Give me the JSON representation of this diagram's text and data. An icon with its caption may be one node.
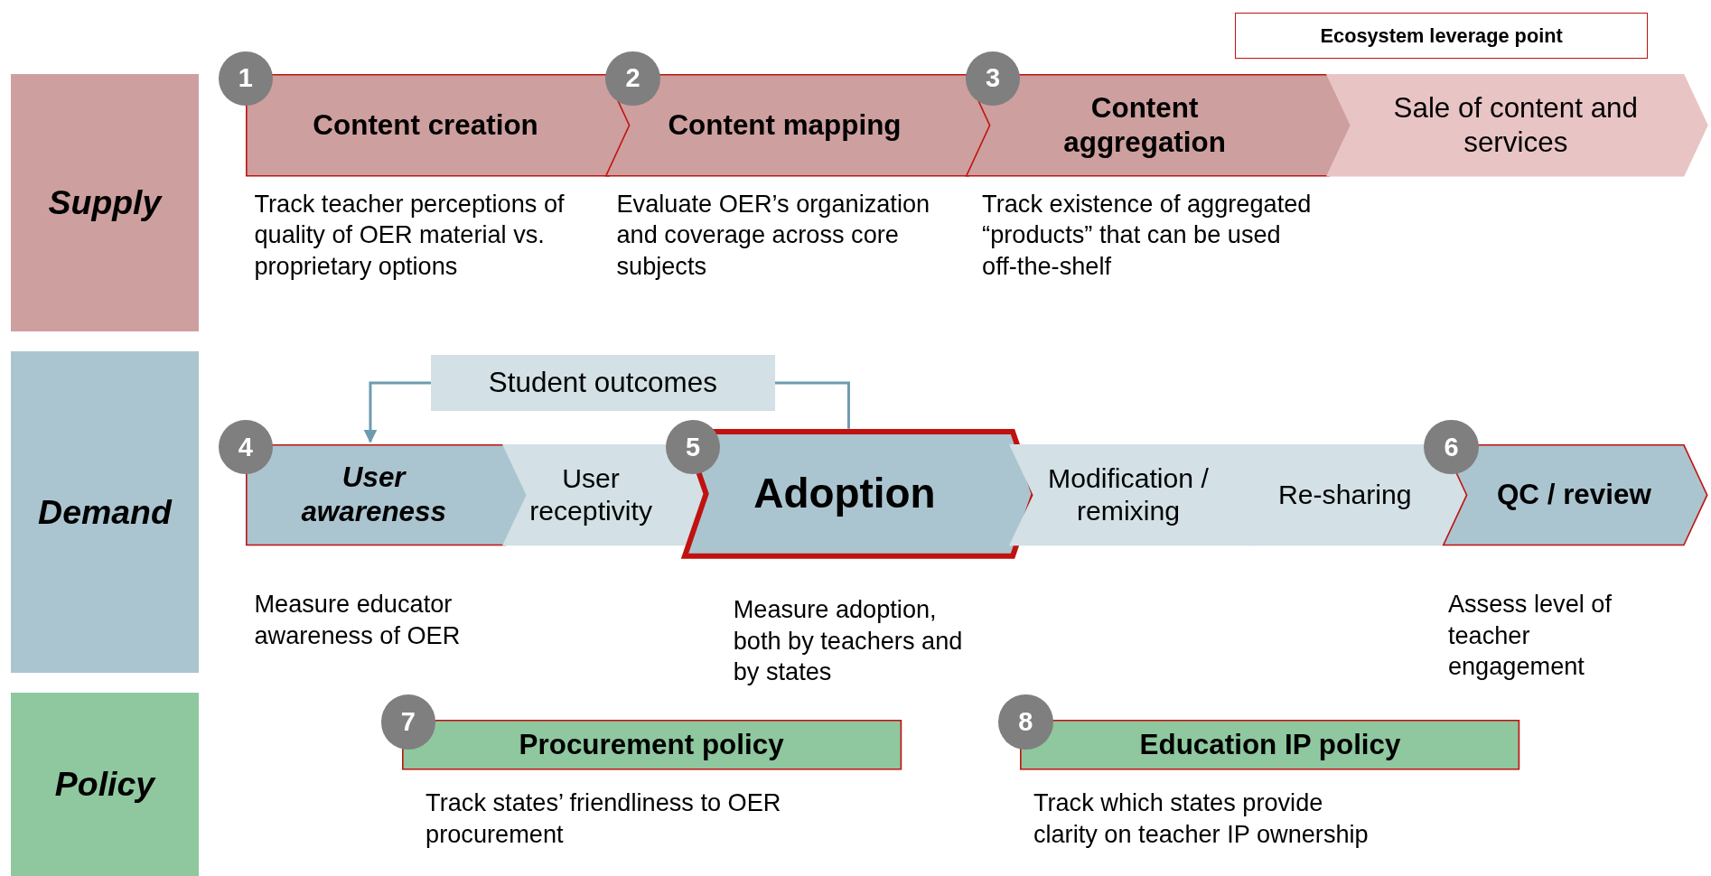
{
  "diagram": {
    "nodes": [
      {
        "text": [
          "Supply"
        ]
      },
      {
        "text": [
          "1"
        ]
      },
      {
        "text": [
          "Content creation"
        ],
        "beside": [
          "Track teacher perceptions of quality of OER material vs. proprietary options"
        ]
      },
      {
        "text": [
          "2"
        ]
      },
      {
        "text": [
          "Content mapping"
        ],
        "beside": [
          "Evaluate OER’s organization and coverage across core subjects"
        ]
      },
      {
        "text": [
          "3"
        ]
      },
      {
        "text": [
          "Content aggregation"
        ],
        "beside": [
          "Track existence of aggregated “products” that can be used off-the-shelf"
        ]
      },
      {
        "text": [
          "Sale of content and services"
        ]
      },
      {
        "text": [
          "Demand"
        ]
      },
      {
        "text": [
          "Student outcomes"
        ]
      },
      {
        "text": [
          "4"
        ]
      },
      {
        "text": [
          "User awareness"
        ],
        "beside": [
          "Measure educator awareness of OER"
        ]
      },
      {
        "text": [
          "User receptivity"
        ]
      },
      {
        "text": [
          "5"
        ]
      },
      {
        "text": [
          "Adoption"
        ],
        "beside": [
          "Measure adoption, both by teachers and by states"
        ]
      },
      {
        "text": [
          "Modification / remixing"
        ]
      },
      {
        "text": [
          "Re-sharing"
        ]
      },
      {
        "text": [
          "6"
        ]
      },
      {
        "text": [
          "QC / review"
        ],
        "beside": [
          "Assess level of teacher engagement"
        ]
      },
      {
        "text": [
          "Policy"
        ]
      },
      {
        "text": [
          "7"
        ]
      },
      {
        "text": [
          "Procurement policy"
        ],
        "beside": [
          "Track states’ friendliness to OER procurement"
        ]
      },
      {
        "text": [
          "8"
        ]
      },
      {
        "text": [
          "Education IP policy"
        ],
        "beside": [
          "Track which states provide clarity on teacher IP ownership"
        ]
      }
    ],
    "edges": [
      {
        "from": 14,
        "to": 9,
        "arrow": "none"
      },
      {
        "from": 9,
        "to": 11,
        "arrow": "to"
      }
    ],
    "legend": [
      {
        "text": "Ecosystem leverage point"
      }
    ]
  }
}
